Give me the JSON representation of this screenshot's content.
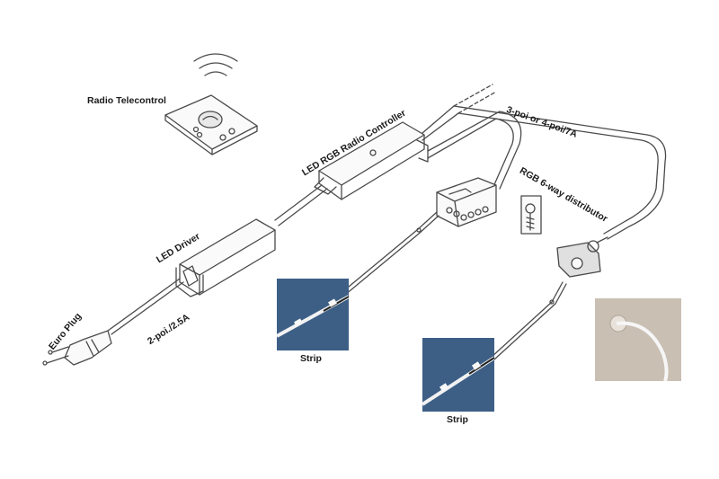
{
  "labels": {
    "radio_telecontrol": "Radio Telecontrol",
    "led_rgb_controller": "LED  RGB  Radio Controller",
    "led_driver": "LED Driver",
    "euro_plug": "Euro Plug",
    "cable_2poi": "2-poi./2.5A",
    "cable_3or4poi": "3-poi or 4-poi/7A",
    "rgb_distributor": "RGB 6-way distributor",
    "strip_1": "Strip",
    "strip_2": "Strip"
  },
  "colors": {
    "line": "#4a4a4a",
    "photo_bg": "#3d5f86",
    "wall_bg": "#c9bfb3"
  }
}
